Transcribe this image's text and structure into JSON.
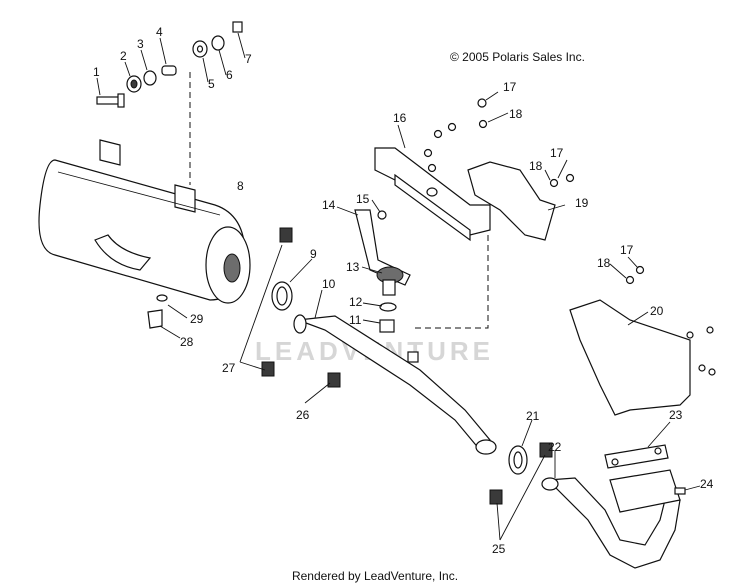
{
  "copyright": "© 2005 Polaris Sales Inc.",
  "footer": "Rendered by LeadVenture, Inc.",
  "watermark": "LEADVENTURE",
  "callouts": [
    "1",
    "2",
    "3",
    "4",
    "5",
    "6",
    "7",
    "8",
    "9",
    "10",
    "11",
    "12",
    "13",
    "14",
    "15",
    "16",
    "17",
    "17",
    "17",
    "18",
    "18",
    "18",
    "19",
    "20",
    "21",
    "22",
    "23",
    "24",
    "25",
    "26",
    "27",
    "28",
    "29"
  ]
}
